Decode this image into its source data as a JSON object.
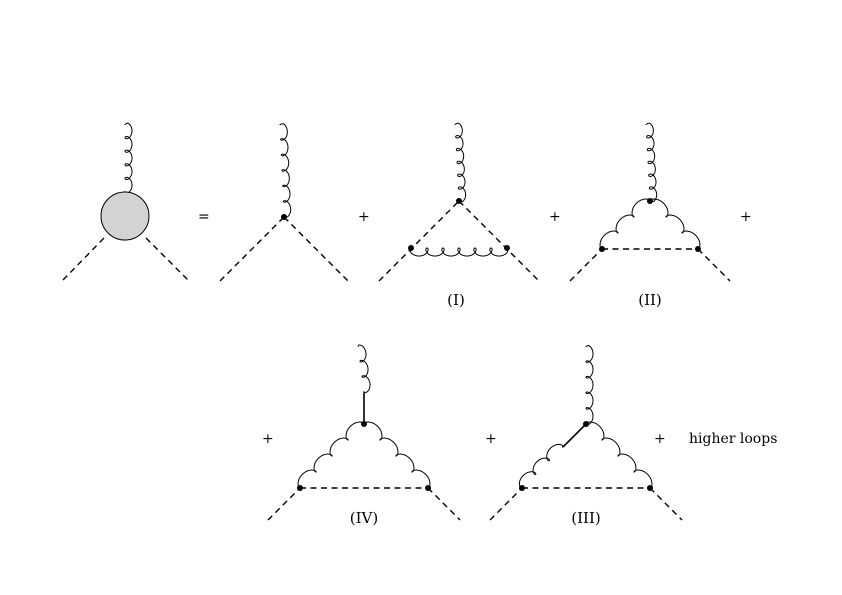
{
  "operators": {
    "equals": "=",
    "plus": "+"
  },
  "labels": {
    "d1": "(I)",
    "d2": "(II)",
    "d3": "(IV)",
    "d4": "(III)"
  },
  "trailing_text": "higher loops"
}
